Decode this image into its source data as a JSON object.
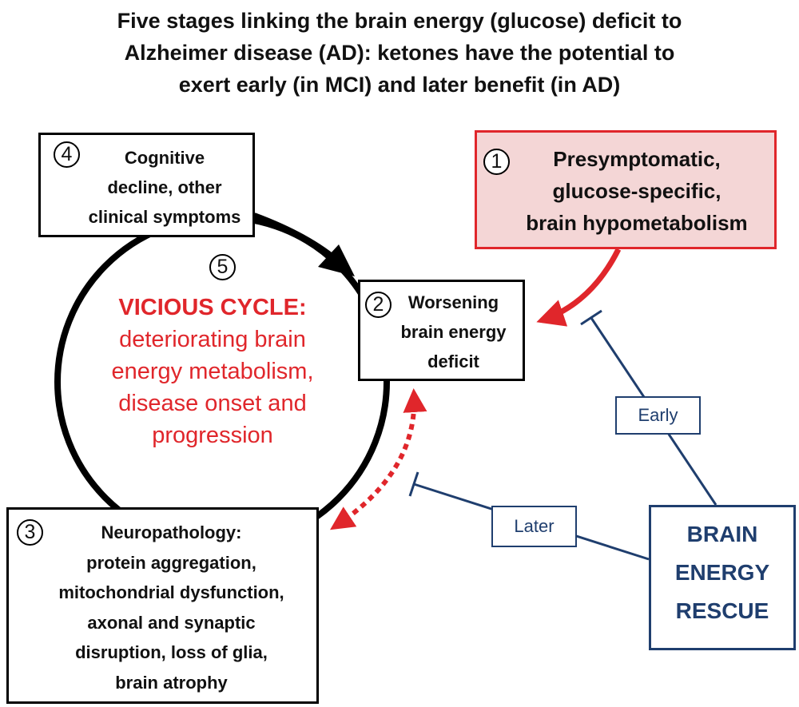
{
  "title": {
    "line1": "Five stages linking the brain energy (glucose) deficit to",
    "line2": "Alzheimer disease (AD): ketones have the potential to",
    "line3": "exert early (in MCI) and later benefit (in AD)"
  },
  "stages": {
    "stage1": {
      "number": "1",
      "lines": [
        "Presymptomatic,",
        "glucose-specific,",
        "brain hypometabolism"
      ]
    },
    "stage2": {
      "number": "2",
      "lines": [
        "Worsening",
        "brain energy",
        "deficit"
      ]
    },
    "stage3": {
      "number": "3",
      "lines": [
        "Neuropathology:",
        "protein aggregation,",
        "mitochondrial dysfunction,",
        "axonal and synaptic",
        "disruption, loss of glia,",
        "brain atrophy"
      ]
    },
    "stage4": {
      "number": "4",
      "lines": [
        "Cognitive",
        "decline, other",
        "clinical symptoms"
      ]
    },
    "stage5": {
      "number": "5",
      "title": "VICIOUS CYCLE:",
      "lines": [
        "deteriorating brain",
        "energy metabolism,",
        "disease onset and",
        "progression"
      ]
    }
  },
  "rescue": {
    "lines": [
      "BRAIN",
      "ENERGY",
      "RESCUE"
    ]
  },
  "tags": {
    "early": "Early",
    "later": "Later"
  },
  "colors": {
    "red": "#e0262b",
    "blue": "#1f3e6e",
    "pink": "#f4d6d6",
    "black": "#000000"
  }
}
